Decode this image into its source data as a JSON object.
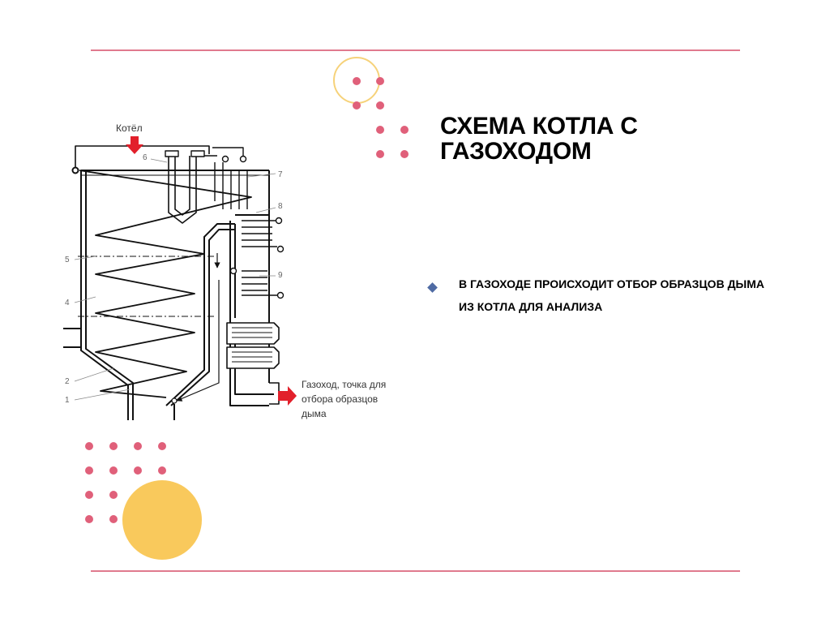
{
  "slide": {
    "title": "СХЕМА КОТЛА С ГАЗОХОДОМ",
    "bullet": "В ГАЗОХОДЕ ПРОИСХОДИТ ОТБОР ОБРАЗЦОВ ДЫМА ИЗ КОТЛА ДЛЯ АНАЛИЗА"
  },
  "colors": {
    "rule": "#e07a8e",
    "dot": "#e0607a",
    "accent_yellow": "#f9c95c",
    "bullet": "#4f6ba4",
    "arrow": "#e2202b"
  },
  "diagram": {
    "boiler_label": "Котёл",
    "flue_label_lines": [
      "Газоход, точка для",
      "отбора образцов",
      "дыма"
    ],
    "callouts": {
      "n1": "1",
      "n2": "2",
      "n4": "4",
      "n5": "5",
      "n6": "6",
      "n7": "7",
      "n8": "8",
      "n9": "9"
    }
  }
}
